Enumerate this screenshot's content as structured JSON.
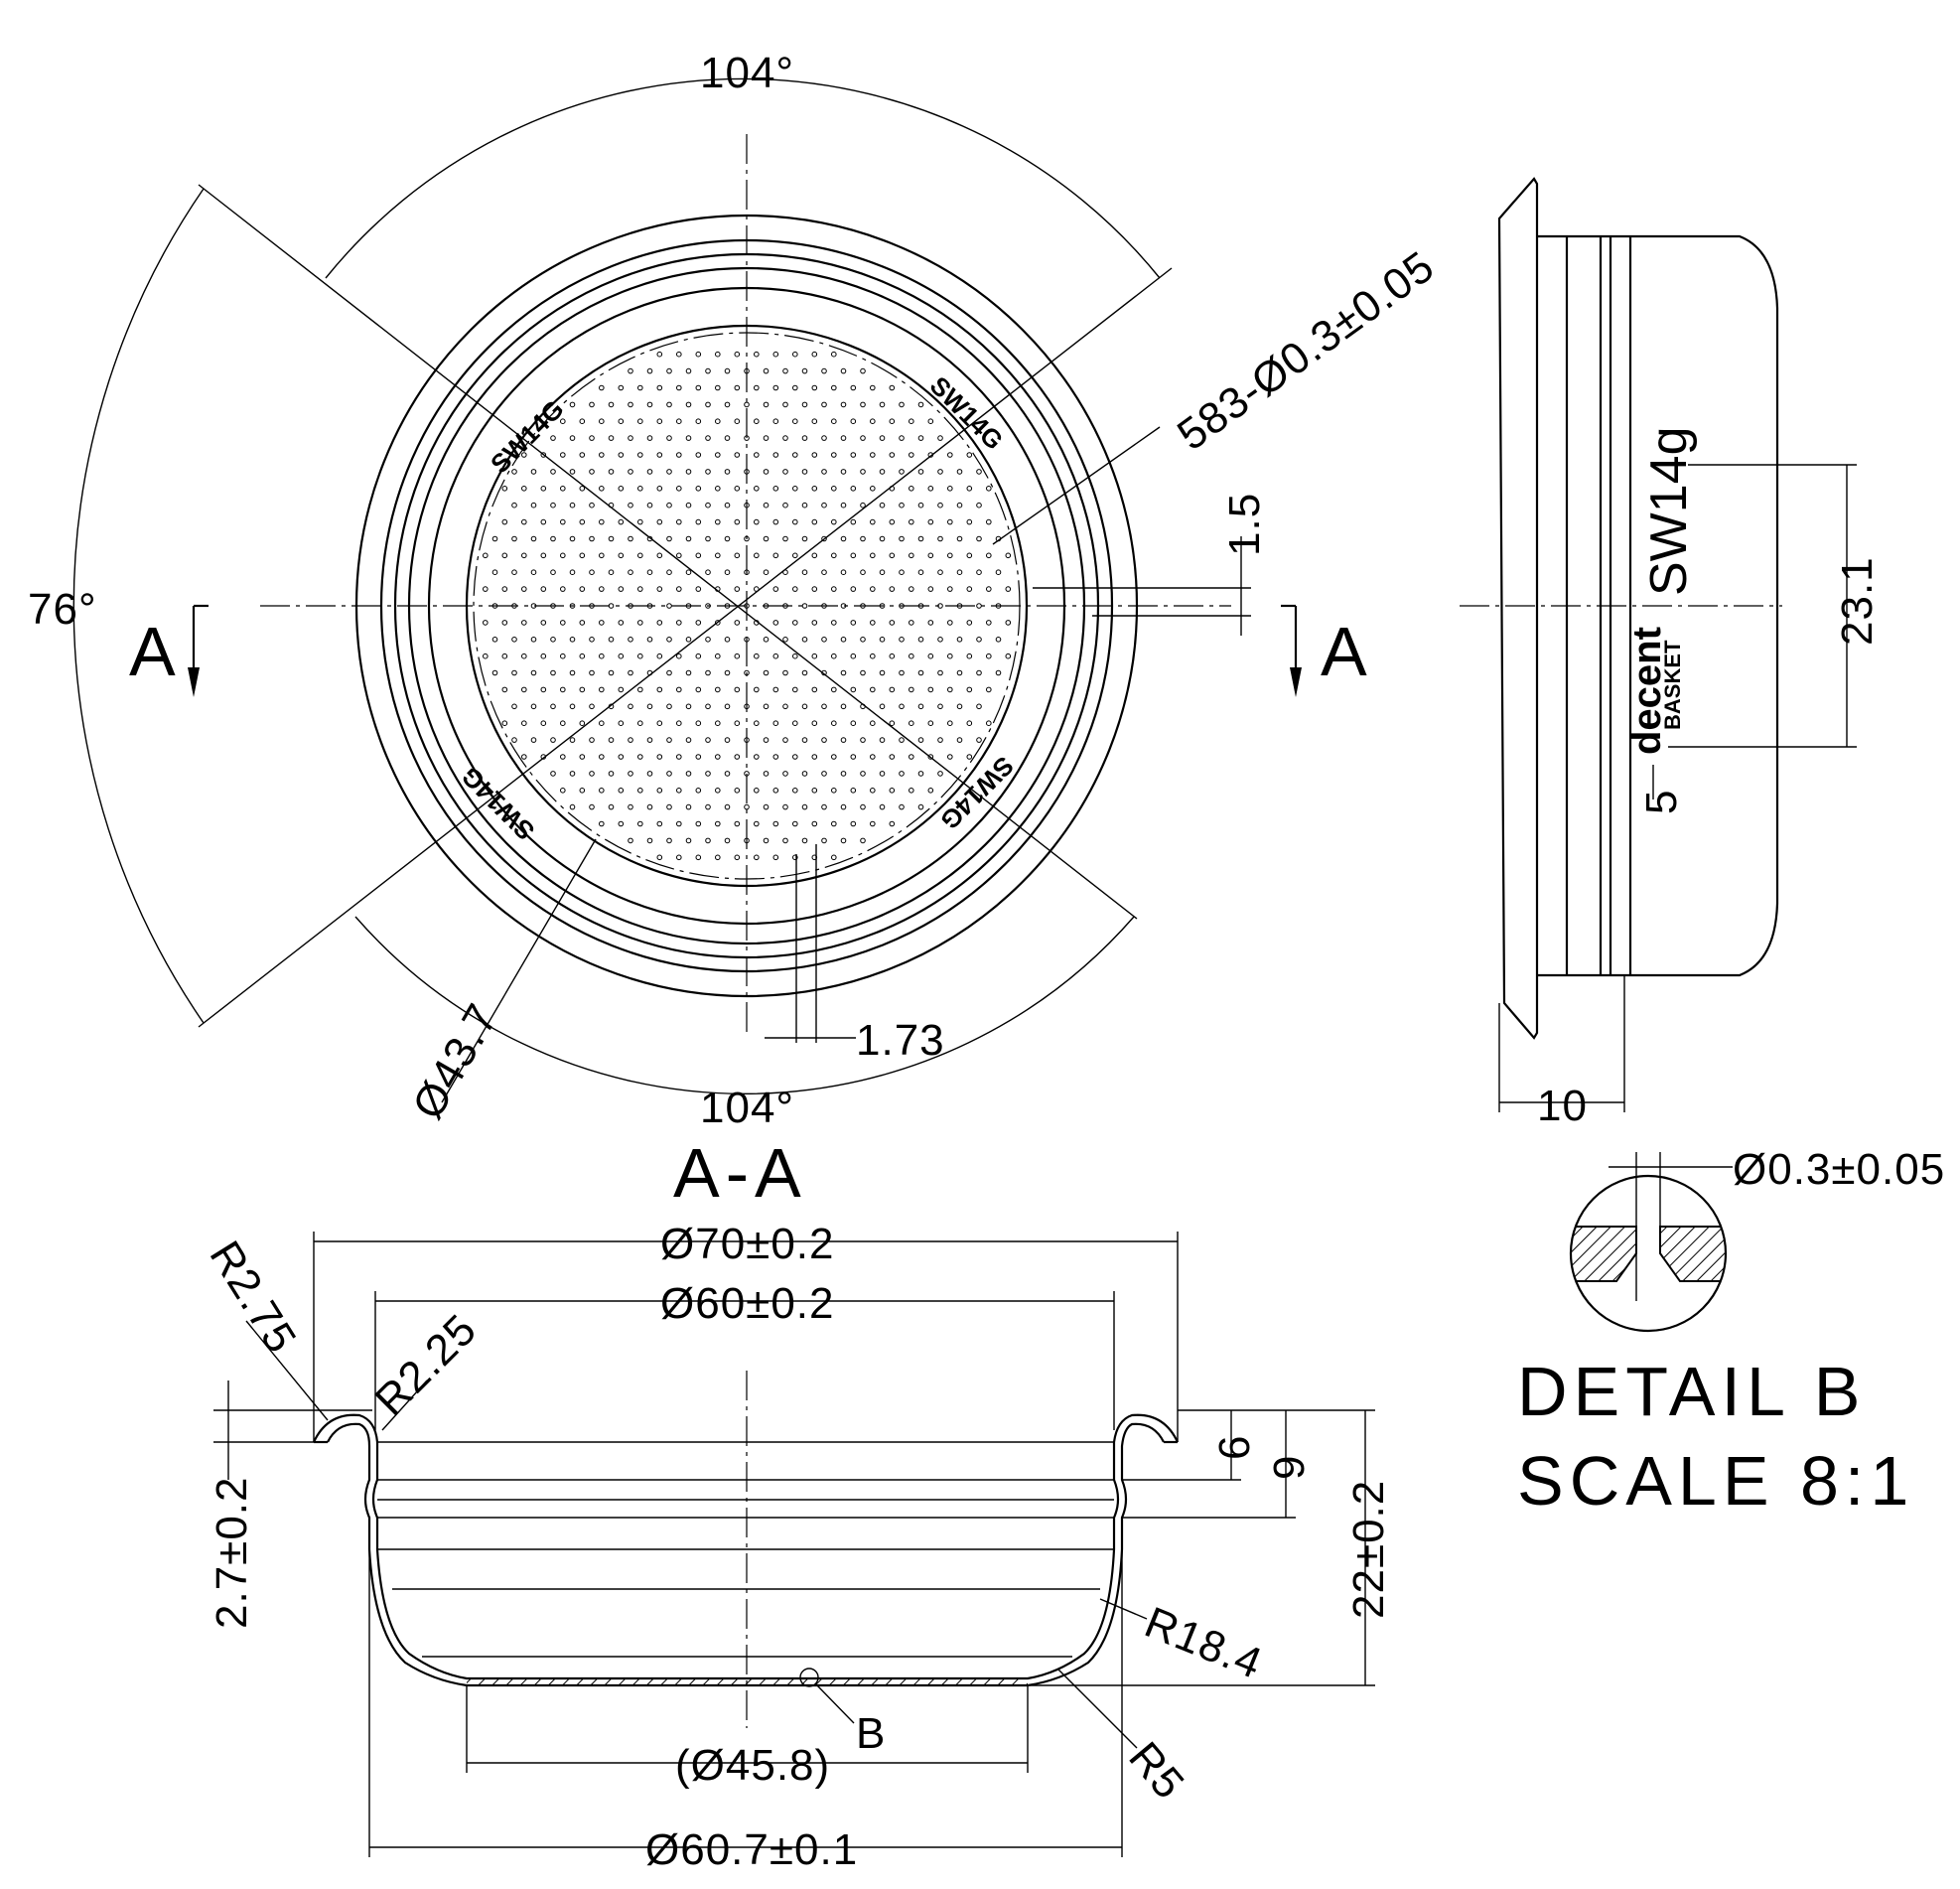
{
  "top_view": {
    "angle_top": "104°",
    "angle_bottom": "104°",
    "angle_left": "76°",
    "hole_callout": "583-Ø0.3±0.05",
    "offset_dim": "1.5",
    "pitch_dim": "1.73",
    "hole_area_dia": "Ø43.7",
    "section_mark": "A",
    "stamp": "SW14G"
  },
  "side_view": {
    "stamp": "SW14g",
    "logo_word": "decent",
    "logo_sub": "BASKET",
    "height_dim": "23.1",
    "small_dim": "5",
    "depth_dim": "10"
  },
  "section_view": {
    "title": "A-A",
    "dia_outer": "Ø70±0.2",
    "dia_inner": "Ø60±0.2",
    "r_outer": "R2.75",
    "r_inner": "R2.25",
    "rim_height": "2.7±0.2",
    "dim_6": "6",
    "dim_9": "9",
    "total_height": "22±0.2",
    "r_wall": "R18.4",
    "r_bottom": "R5",
    "detail_mark": "B",
    "dia_bottom": "(Ø45.8)",
    "dia_body": "Ø60.7±0.1"
  },
  "detail_b": {
    "hole_callout": "Ø0.3±0.05",
    "title": "DETAIL B",
    "scale": "SCALE 8:1"
  }
}
